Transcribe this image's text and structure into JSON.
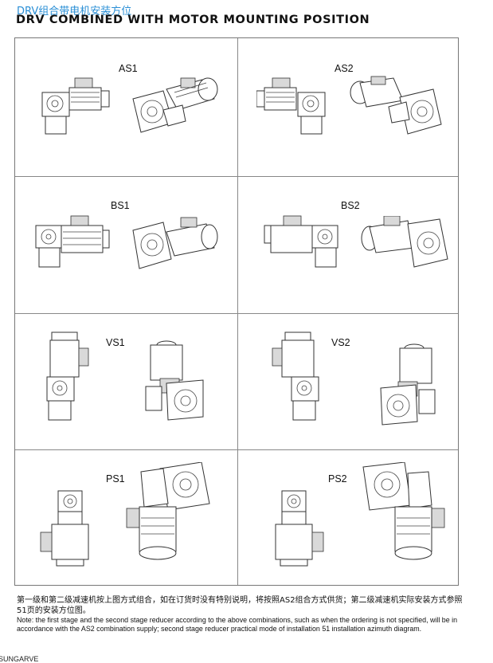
{
  "header": {
    "title_cn": "DRV组合带电机安装方位",
    "title_en": "DRV COMBINED WITH MOTOR MOUNTING POSITION"
  },
  "positions": [
    {
      "label": "AS1"
    },
    {
      "label": "AS2"
    },
    {
      "label": "BS1"
    },
    {
      "label": "BS2"
    },
    {
      "label": "VS1"
    },
    {
      "label": "VS2"
    },
    {
      "label": "PS1"
    },
    {
      "label": "PS2"
    }
  ],
  "notes": {
    "cn": "第一级和第二级减速机按上图方式组合，如在订货时没有特别说明，将按照AS2组合方式供货；第二级减速机实际安装方式参照51页的安装方位图。",
    "en": "Note: the first stage and the second stage reducer according to the above combinations, such as when the ordering is not specified, will be in accordance with the AS2 combination supply; second stage reducer practical mode of installation 51 installation azimuth diagram."
  },
  "footer": {
    "text": "SUNGARVE"
  }
}
